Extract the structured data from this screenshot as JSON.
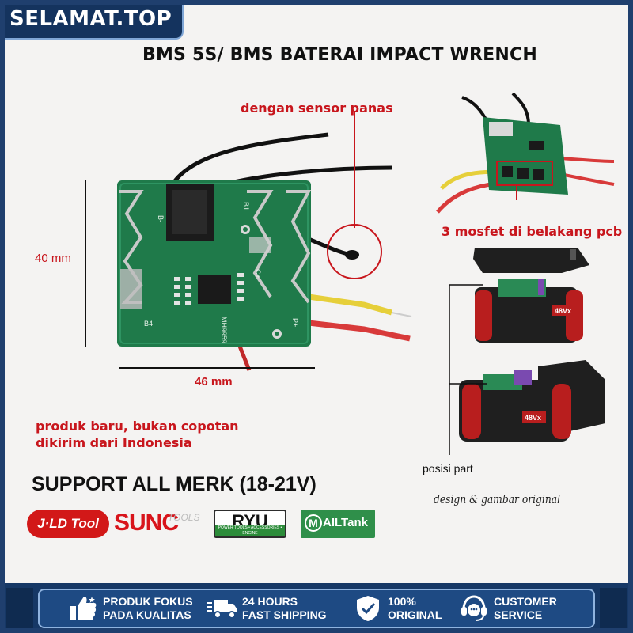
{
  "brand": "SELAMAT.TOP",
  "title": "BMS 5S/ BMS BATERAI IMPACT WRENCH",
  "annotations": {
    "sensor": "dengan sensor panas",
    "mosfet": "3 mosfet di belakang pcb",
    "height": "40 mm",
    "width": "46 mm",
    "position": "posisi part",
    "signature": "design & gambar original"
  },
  "pcb_silkscreen": {
    "b_minus": "B-",
    "b1": "B1",
    "b4": "B4",
    "c_plus": "C+",
    "p_plus": "P+",
    "model": "MH9959",
    "battery_label": "48Vx"
  },
  "promo": {
    "line1": "produk baru, bukan copotan",
    "line2": "dikirim dari Indonesia"
  },
  "support": "SUPPORT ALL MERK (18-21V)",
  "brands": {
    "jld": "J·LD Tool",
    "sunc": "SUNC",
    "sunc_sub": "TOOLS",
    "ryu": "RYU",
    "ryu_sub": "POWER TOOLS • ACCESSORIES • ENGINE",
    "mailtank_m": "M",
    "mailtank": "AILTank"
  },
  "footer": [
    {
      "icon": "thumbs-up-icon",
      "line1": "PRODUK FOKUS",
      "line2": "PADA KUALITAS"
    },
    {
      "icon": "truck-icon",
      "line1": "24 HOURS",
      "line2": "FAST SHIPPING"
    },
    {
      "icon": "shield-check-icon",
      "line1": "100%",
      "line2": "ORIGINAL"
    },
    {
      "icon": "headset-icon",
      "line1": "CUSTOMER",
      "line2": "SERVICE"
    }
  ],
  "colors": {
    "accent_red": "#c8161d",
    "navy": "#163866",
    "pcb_green": "#1f7a4a"
  }
}
